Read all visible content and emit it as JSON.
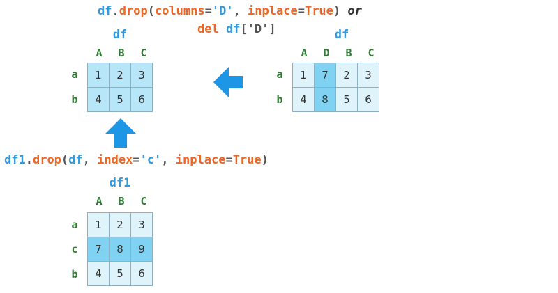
{
  "code1": {
    "obj": "df",
    "dot": ".",
    "method": "drop",
    "open": "(",
    "kw1": "columns",
    "eq1": "=",
    "val1": "'D'",
    "sep1": ", ",
    "kw2": "inplace",
    "eq2": "=",
    "val2": "True",
    "close": ")",
    "conj": "or"
  },
  "code2": {
    "kw": "del",
    "obj": "df",
    "idx": "['D']"
  },
  "code3": {
    "obj": "df1",
    "dot": ".",
    "method": "drop",
    "open": "(",
    "arg1": "df",
    "sep1": ", ",
    "kw1": "index",
    "eq1": "=",
    "val1": "'c'",
    "sep2": ", ",
    "kw2": "inplace",
    "eq2": "=",
    "val2": "True",
    "close": ")"
  },
  "tables": {
    "result": {
      "title": "df",
      "columns": [
        "A",
        "B",
        "C"
      ],
      "rows": [
        "a",
        "b"
      ],
      "cells": [
        [
          "1",
          "2",
          "3"
        ],
        [
          "4",
          "5",
          "6"
        ]
      ]
    },
    "source": {
      "title": "df",
      "columns": [
        "A",
        "D",
        "B",
        "C"
      ],
      "rows": [
        "a",
        "b"
      ],
      "cells": [
        [
          "1",
          "7",
          "2",
          "3"
        ],
        [
          "4",
          "8",
          "5",
          "6"
        ]
      ]
    },
    "df1": {
      "title": "df1",
      "columns": [
        "A",
        "B",
        "C"
      ],
      "rows": [
        "a",
        "c",
        "b"
      ],
      "cells": [
        [
          "1",
          "2",
          "3"
        ],
        [
          "7",
          "8",
          "9"
        ],
        [
          "4",
          "5",
          "6"
        ]
      ]
    }
  },
  "colors": {
    "arrow": "#1e96e6",
    "highlight": "#7fd2f2",
    "light": "#dff3fb",
    "mid": "#b6e6f7"
  }
}
